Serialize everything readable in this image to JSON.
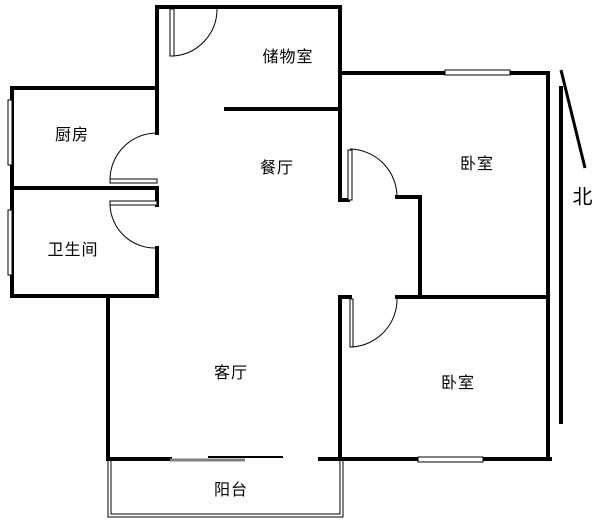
{
  "rooms": {
    "storage": "储物室",
    "kitchen": "厨房",
    "dining": "餐厅",
    "bedroom_north": "卧室",
    "bathroom": "卫生间",
    "living": "客厅",
    "bedroom_south": "卧室",
    "balcony": "阳台"
  },
  "compass": {
    "label": "北"
  },
  "colors": {
    "wall": "#000000",
    "window_glass": "#808080"
  }
}
